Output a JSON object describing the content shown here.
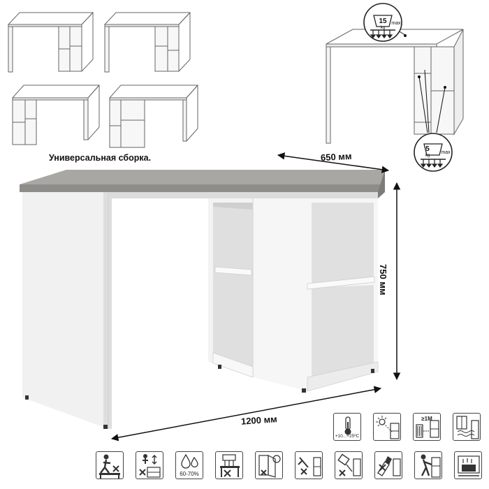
{
  "caption": "Универсальная сборка.",
  "dimensions": {
    "depth": "650 мм",
    "height": "750 мм",
    "width": "1200 мм"
  },
  "load_limits": {
    "top_weight": "15",
    "shelf_weight": "5",
    "unit": "kg",
    "max_label": "max"
  },
  "care_icons": {
    "temperature": "+10...+25ºC",
    "humidity": "60-70%",
    "distance": "≥1M"
  },
  "colors": {
    "top": "#a09f9b",
    "top_edge": "#8c8b87",
    "body": "#f2f2f2",
    "shadow": "#dcdcdc",
    "line": "#555555"
  }
}
